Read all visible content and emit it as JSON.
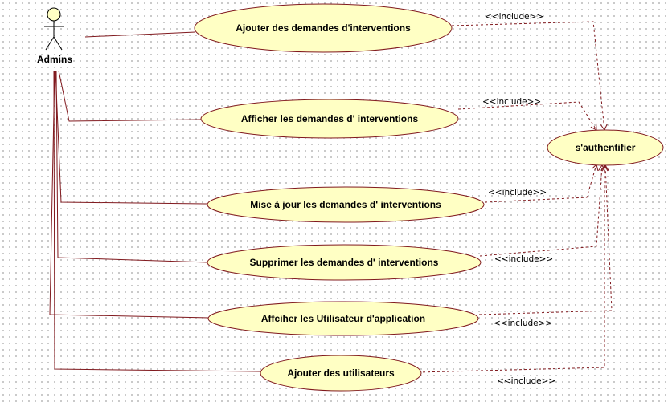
{
  "diagram": {
    "actor": {
      "name": "Admins"
    },
    "use_cases": [
      {
        "label": "Ajouter des demandes d'interventions"
      },
      {
        "label": "Afficher les demandes d' interventions"
      },
      {
        "label": "Mise à jour les demandes d' interventions"
      },
      {
        "label": "Supprimer les demandes d' interventions"
      },
      {
        "label": "Affciher les Utilisateur d'application"
      },
      {
        "label": "Ajouter des utilisateurs"
      }
    ],
    "included_use_case": {
      "label": "s'authentifier"
    },
    "include_labels": [
      "<<include>>",
      "<<include>>",
      "<<include>>",
      "<<include>>",
      "<<include>>",
      "<<include>>"
    ]
  },
  "colors": {
    "usecase_fill": "#ffffc4",
    "usecase_stroke": "#80191e",
    "association": "#80191e",
    "dependency": "#80191e",
    "actor_head_fill": "#ffffc4",
    "actor_stroke": "#000000"
  }
}
